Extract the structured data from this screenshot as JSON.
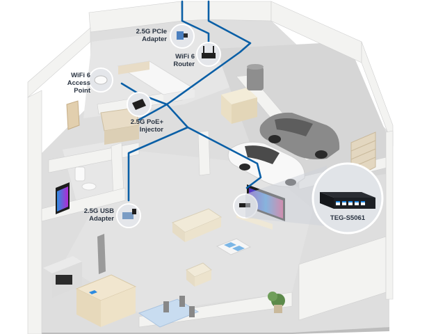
{
  "callouts": {
    "pcie_adapter": [
      "2.5G PCIe",
      "Adapter"
    ],
    "wifi6_router": [
      "WiFi 6",
      "Router"
    ],
    "wifi6_access_point": [
      "WiFi 6",
      "Access",
      "Point"
    ],
    "poe_injector": [
      "2.5G PoE+",
      "Injector"
    ],
    "usb_adapter": [
      "2.5G USB",
      "Adapter"
    ],
    "switch": [
      "TEG-S5061"
    ]
  },
  "colors": {
    "cable": "#0a5fa6",
    "wall": "#f2f2f0",
    "floor": "#dcdcdc",
    "floor_light": "#e9e9e8",
    "callout_circle": "#e6e8eb",
    "wood": "#e8dcc6",
    "switch_body": "#1c1f24",
    "switch_port_led": "#1e88e5"
  },
  "icons": [
    "pcie-adapter-icon",
    "wifi-router-icon",
    "access-point-icon",
    "poe-injector-icon",
    "usb-adapter-icon",
    "network-switch-icon",
    "tv-icon",
    "car-icon"
  ]
}
